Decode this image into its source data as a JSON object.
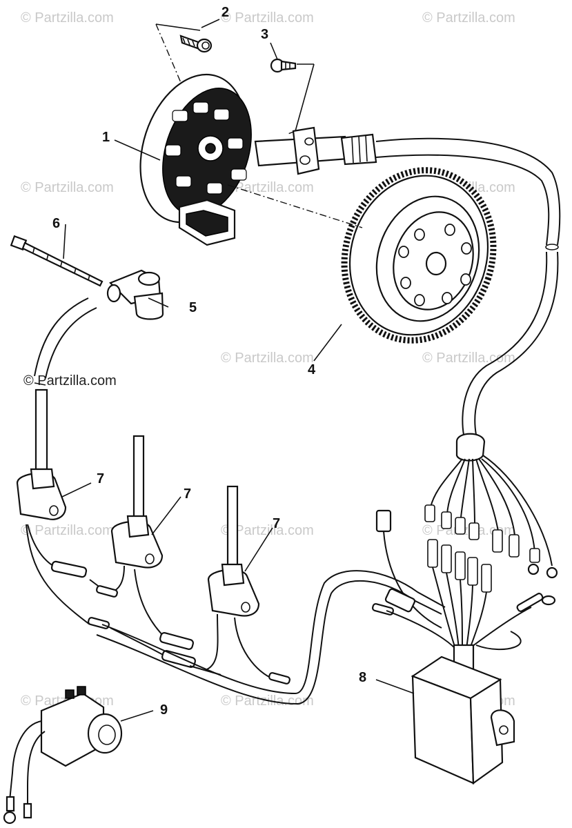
{
  "watermark": "© Partzilla.com",
  "callouts": [
    "1",
    "2",
    "3",
    "4",
    "5",
    "6",
    "7",
    "7",
    "7",
    "8",
    "9"
  ]
}
